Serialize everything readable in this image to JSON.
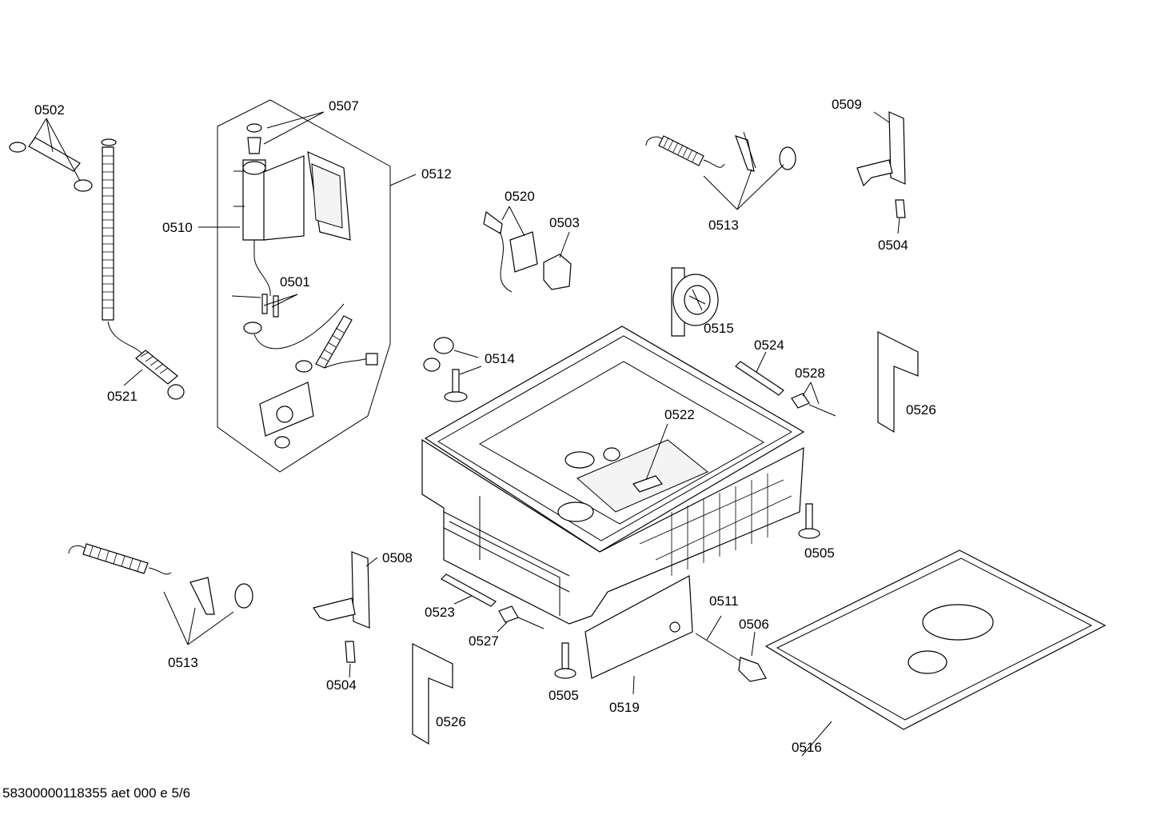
{
  "diagram": {
    "labels": {
      "p0502": "0502",
      "p0507": "0507",
      "p0512": "0512",
      "p0510": "0510",
      "p0501": "0501",
      "p0521": "0521",
      "p0520": "0520",
      "p0503": "0503",
      "p0513_top": "0513",
      "p0509": "0509",
      "p0504_top": "0504",
      "p0515": "0515",
      "p0514": "0514",
      "p0524": "0524",
      "p0528": "0528",
      "p0526_right": "0526",
      "p0522": "0522",
      "p0505_right": "0505",
      "p0508": "0508",
      "p0513_bottom": "0513",
      "p0504_bottom": "0504",
      "p0523": "0523",
      "p0527": "0527",
      "p0505_bottom": "0505",
      "p0511": "0511",
      "p0506": "0506",
      "p0519": "0519",
      "p0526_bottom": "0526",
      "p0516": "0516"
    },
    "footer": "58300000118355 aet 000 e 5/6"
  }
}
